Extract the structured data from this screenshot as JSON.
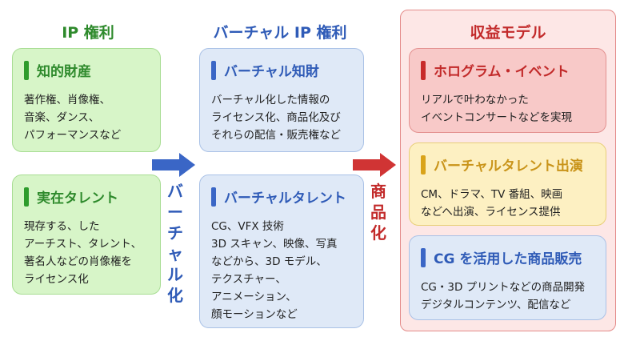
{
  "columns": {
    "ip": {
      "title": "IP 権利",
      "cards": [
        {
          "title": "知的財産",
          "lines": [
            "著作権、肖像権、",
            "音楽、ダンス、",
            "パフォーマンスなど"
          ]
        },
        {
          "title": "実在タレント",
          "lines": [
            "現存する、した",
            "アーチスト、タレント、",
            "著名人などの肖像権を",
            "ライセンス化"
          ]
        }
      ]
    },
    "virtual": {
      "title": "バーチャル IP 権利",
      "cards": [
        {
          "title": "バーチャル知財",
          "lines": [
            "バーチャル化した情報の",
            "ライセンス化、商品化及び",
            "それらの配信・販売権など"
          ]
        },
        {
          "title": "バーチャルタレント",
          "lines": [
            "CG、VFX 技術",
            "3D スキャン、映像、写真",
            "などから、3D モデル、",
            "テクスチャー、",
            "アニメーション、",
            "顔モーションなど"
          ]
        }
      ]
    },
    "revenue": {
      "title": "収益モデル",
      "cards": [
        {
          "title": "ホログラム・イベント",
          "lines": [
            "リアルで叶わなかった",
            "イベントコンサートなどを実現"
          ]
        },
        {
          "title": "バーチャルタレント出演",
          "lines": [
            "CM、ドラマ、TV 番組、映画",
            "などへ出演、ライセンス提供"
          ]
        },
        {
          "title": "CG を活用した商品販売",
          "lines": [
            "CG・3D プリントなどの商品開発",
            "デジタルコンテンツ、配信など"
          ]
        }
      ]
    }
  },
  "arrows": {
    "virtualize": {
      "chars": [
        "バ",
        "ー",
        "チ",
        "ャ",
        "ル",
        "化"
      ]
    },
    "commercialize": {
      "chars": [
        "商",
        "品",
        "化"
      ]
    }
  },
  "colors": {
    "green": "#2e8a2c",
    "blue": "#2f5bb7",
    "red": "#c22a2a",
    "yellow": "#c9941a"
  }
}
